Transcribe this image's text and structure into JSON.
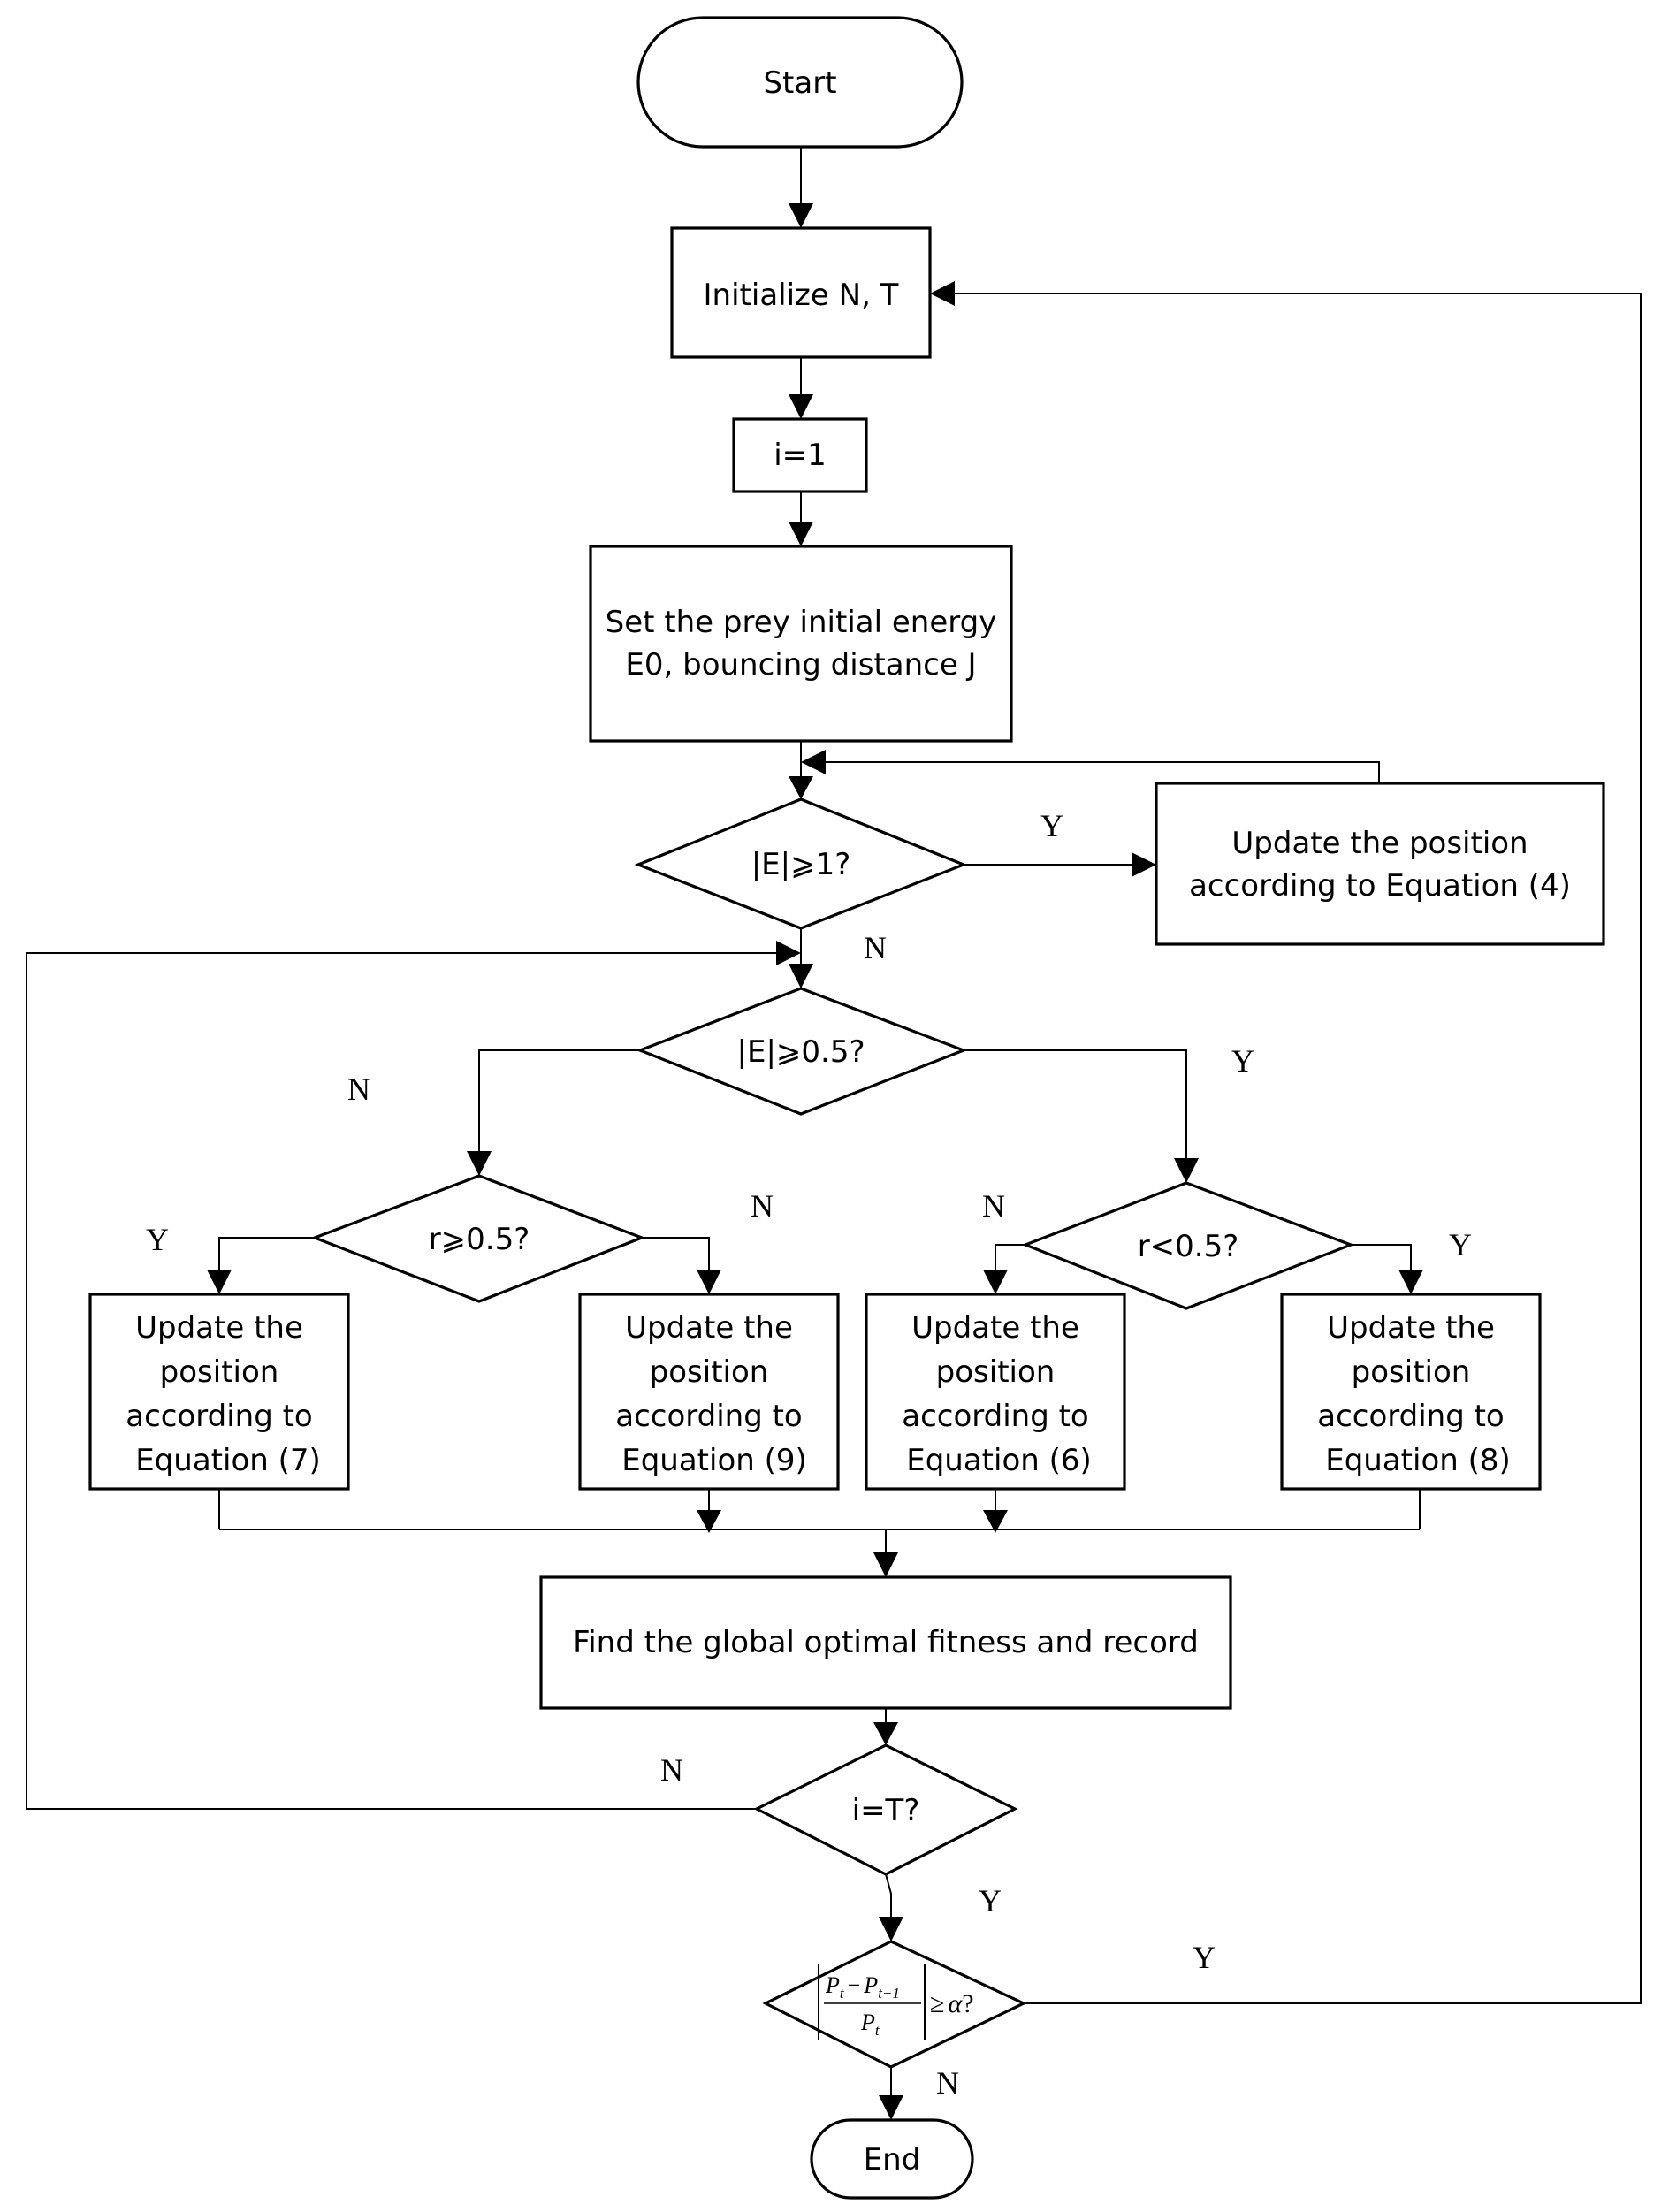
{
  "nodes": {
    "start": "Start",
    "init": "Initialize N, T",
    "i1": "i=1",
    "setEnergy": [
      "Set the prey initial energy",
      "E0, bouncing distance J"
    ],
    "decE1": "|E|⩾1?",
    "update4": [
      "Update the position",
      "according to Equation (4)"
    ],
    "decE05": "|E|⩾0.5?",
    "decRge": "r⩾0.5?",
    "decRlt": "r<0.5?",
    "update7": [
      "Update the",
      "position",
      "according to",
      "Equation (7)"
    ],
    "update9": [
      "Update the",
      "position",
      "according to",
      "Equation (9)"
    ],
    "update6": [
      "Update the",
      "position",
      "according to",
      "Equation (6)"
    ],
    "update8": [
      "Update the",
      "position",
      "according to",
      "Equation (8)"
    ],
    "findFitness": "Find the global optimal fitness and record",
    "decIT": "i=T?",
    "decConv": {
      "num_a": "P",
      "num_a_sub": "t",
      "num_minus": "−",
      "num_b": "P",
      "num_b_sub": "t−1",
      "den": "P",
      "den_sub": "t",
      "rel": "≥",
      "alpha": "α",
      "q": "?"
    },
    "end": "End"
  },
  "branch_labels": {
    "e1_yes": "Y",
    "e1_no": "N",
    "e05_no": "N",
    "e05_yes": "Y",
    "rge_yes": "Y",
    "rge_no": "N",
    "rlt_no": "N",
    "rlt_yes": "Y",
    "it_no": "N",
    "it_yes": "Y",
    "conv_yes": "Y",
    "conv_no": "N"
  }
}
